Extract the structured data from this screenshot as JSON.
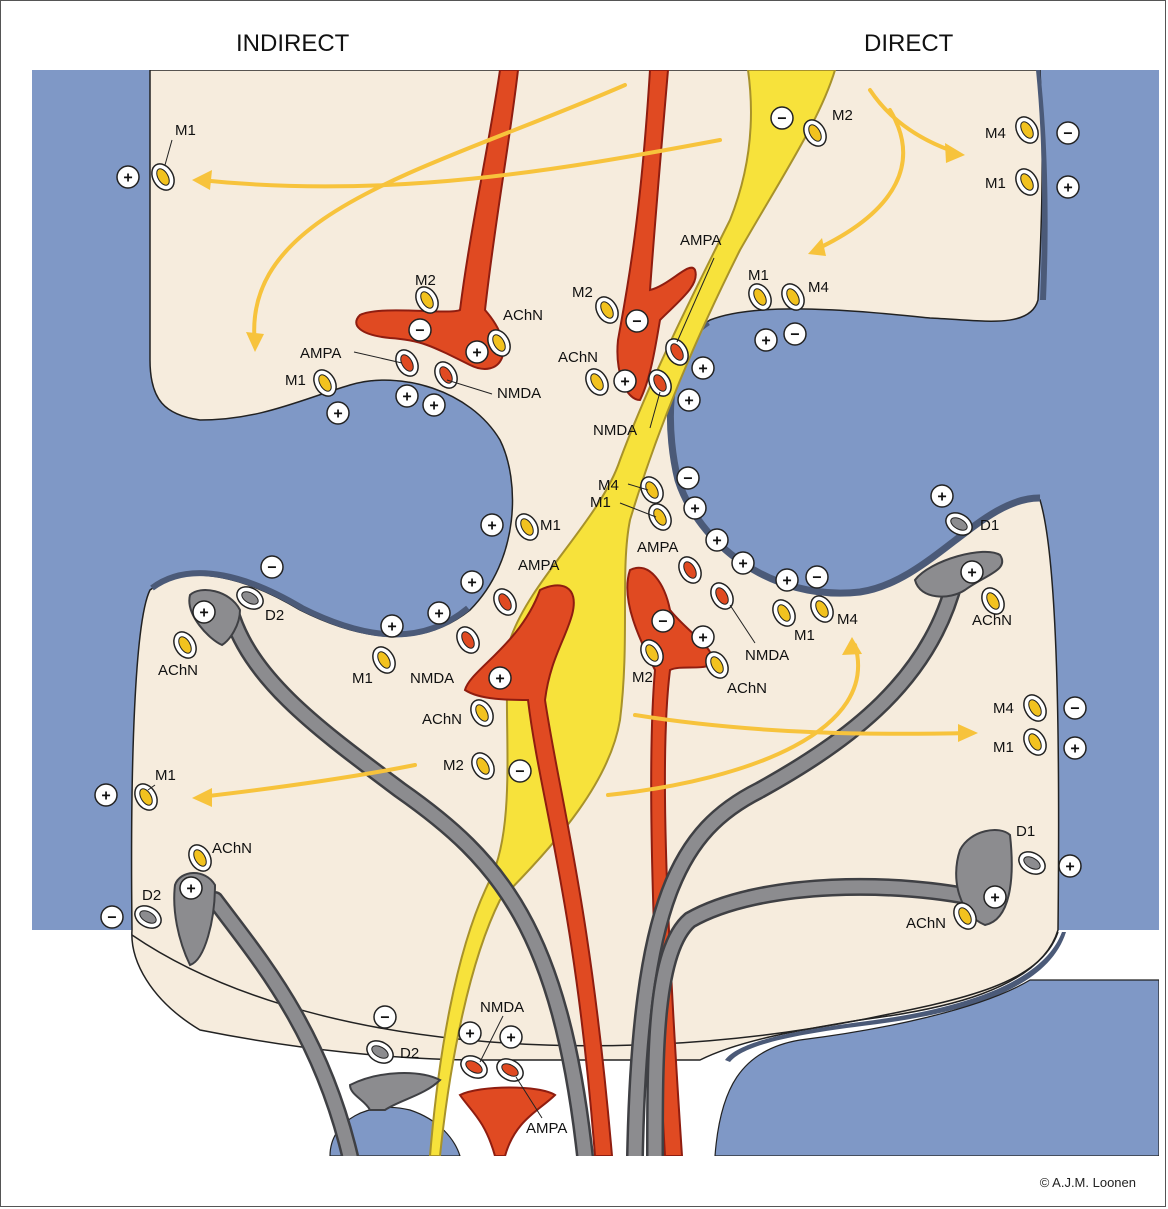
{
  "headers": {
    "indirect": "INDIRECT",
    "direct": "DIRECT"
  },
  "copyright": "© A.J.M. Loonen",
  "colors": {
    "cell_body": "#7f98c6",
    "cell_edge": "#4b5a78",
    "neuropil": "#f6ecdd",
    "glutamate_axon": "#e04a22",
    "glutamate_dark": "#8f1d10",
    "dopamine_axon": "#f7e23b",
    "dopamine_dark": "#a8922a",
    "cholinergic_axon": "#8c8c8f",
    "cholinergic_dark": "#3f4044",
    "diffusion_arrow": "#f7c33c"
  },
  "receptor_labels": {
    "m1": "M1",
    "m2": "M2",
    "m4": "M4",
    "d1": "D1",
    "d2": "D2",
    "ampa": "AMPA",
    "nmda": "NMDA",
    "achn": "AChN"
  },
  "signs": {
    "plus": "+",
    "minus": "−"
  }
}
